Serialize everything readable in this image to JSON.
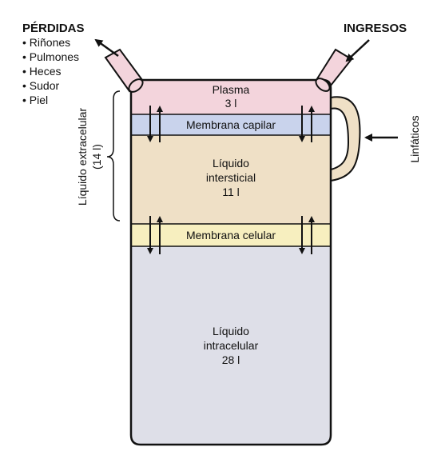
{
  "losses": {
    "title": "PÉRDIDAS",
    "items": [
      "• Riñones",
      "• Pulmones",
      "• Heces",
      "• Sudor",
      "• Piel"
    ]
  },
  "inputs": {
    "title": "INGRESOS"
  },
  "extracellular": {
    "line1": "Líquido extracelular",
    "line2": "(14 l)"
  },
  "lymphatics": {
    "label": "Linfáticos"
  },
  "compartments": {
    "plasma": {
      "name": "Plasma",
      "volume": "3 l"
    },
    "capillary_membrane": {
      "label": "Membrana capilar"
    },
    "interstitial": {
      "line1": "Líquido",
      "line2": "intersticial",
      "volume": "11 l"
    },
    "cell_membrane": {
      "label": "Membrana celular"
    },
    "intracellular": {
      "line1": "Líquido",
      "line2": "intracelular",
      "volume": "28 l"
    }
  },
  "colors": {
    "plasma": "#f3d4dc",
    "capillary_membrane": "#c9d3ec",
    "interstitial": "#efe0c6",
    "cell_membrane": "#f7efbf",
    "intracellular": "#dedfe8"
  }
}
